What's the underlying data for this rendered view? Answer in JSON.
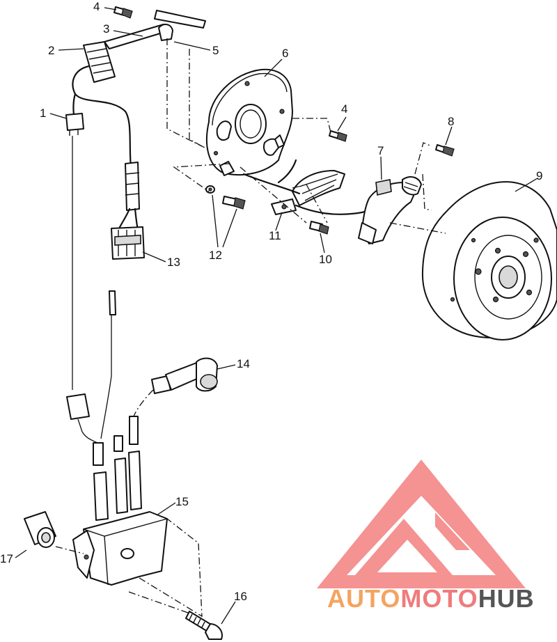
{
  "callouts": [
    {
      "id": "c1",
      "label": "1"
    },
    {
      "id": "c2",
      "label": "2"
    },
    {
      "id": "c3",
      "label": "3"
    },
    {
      "id": "c4a",
      "label": "4"
    },
    {
      "id": "c4b",
      "label": "4"
    },
    {
      "id": "c5",
      "label": "5"
    },
    {
      "id": "c6",
      "label": "6"
    },
    {
      "id": "c7",
      "label": "7"
    },
    {
      "id": "c8",
      "label": "8"
    },
    {
      "id": "c9",
      "label": "9"
    },
    {
      "id": "c10",
      "label": "10"
    },
    {
      "id": "c11",
      "label": "11"
    },
    {
      "id": "c12",
      "label": "12"
    },
    {
      "id": "c13",
      "label": "13"
    },
    {
      "id": "c14",
      "label": "14"
    },
    {
      "id": "c15",
      "label": "15"
    },
    {
      "id": "c16",
      "label": "16"
    },
    {
      "id": "c17",
      "label": "17"
    }
  ],
  "watermark": {
    "part1": "AUTO",
    "part2": "MOTO",
    "part3": "HUB",
    "color_primary": "#f4a261",
    "color_accent": "#f07b7b",
    "color_dark": "#555555"
  }
}
